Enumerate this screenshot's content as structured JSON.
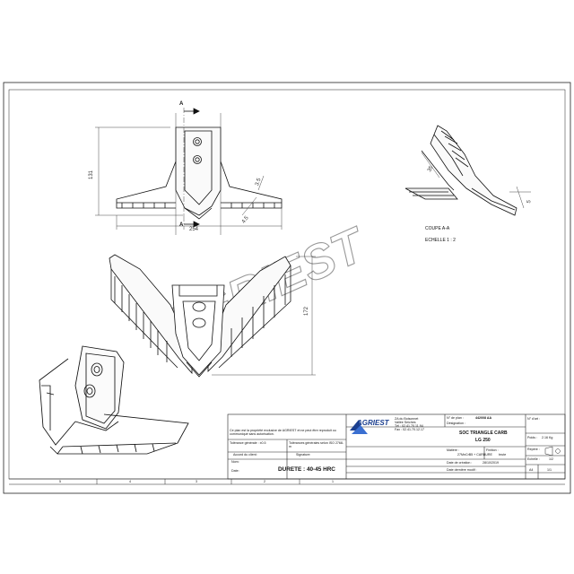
{
  "section_marks": {
    "top": "A",
    "bottom": "A"
  },
  "dimensions": {
    "width": "254",
    "height": "131",
    "height_iso": "172",
    "angle_label": "4.5",
    "thickness": "3.5",
    "section_depth": "35",
    "section_edge": "5"
  },
  "section_view": {
    "title": "COUPE A-A",
    "scale": "ECHELLE  1 : 2"
  },
  "watermark": "AGRIEST",
  "hardness": "DURETE : 40-45 HRC",
  "column_numbers": [
    "5",
    "4",
    "3",
    "2",
    "1"
  ],
  "title_block": {
    "logo_text": "AGRIEST",
    "company_lines": [
      "ZA du Boisonnet",
      "Vallée Seiches",
      "Tél : 02.41.70.11.94",
      "Fax : 02.41.70.12.17"
    ],
    "property_note": "Ce plan est la propriété exclusive de AGRIEST et ne peut être reproduit ou communiqué sans autorisation.",
    "general_tolerance": "Tolérance générale : ±0.5",
    "tolerance_note": "Tolérances générales selon ISO 2768-m",
    "client_agreement_label": "Accord du client:",
    "signature_label": "Signature:",
    "name_label": "Nom:",
    "date_label": "Date:",
    "plan_number_label": "N° de plan :",
    "plan_number": "442008 AA",
    "designation_label": "Désignation :",
    "designation_line1": "SOC TRIANGLE CARB",
    "designation_line2": "LG 250",
    "matiere_label": "Matière :",
    "matiere_value": "27MnCrB5 + CARBURE",
    "finition_label": "Finition :",
    "finition_value": "brute",
    "creation_label": "Date de création :",
    "creation_value": "28/10/2019",
    "last_mod_label": "Date dernière modif :",
    "art_label": "N° d'art :",
    "poids_label": "Poids :",
    "poids_value": "2.16 Kg",
    "repere_label": "Repère :",
    "echelle_label": "Echelle :",
    "echelle_value": "1/2",
    "format_value": "A4",
    "sheet_value": "1/1"
  }
}
